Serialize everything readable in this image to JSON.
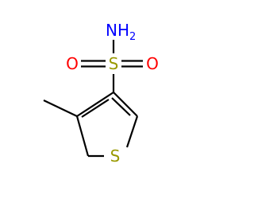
{
  "molecule": {
    "atoms": {
      "nitrogen": {
        "symbol": "NH",
        "subscript": "2",
        "color": "#0000ff"
      },
      "sulfur_sulfonyl": {
        "symbol": "S",
        "color": "#999900"
      },
      "oxygen_left": {
        "symbol": "O",
        "color": "#ff0000"
      },
      "oxygen_right": {
        "symbol": "O",
        "color": "#ff0000"
      },
      "sulfur_ring": {
        "symbol": "S",
        "color": "#999900"
      }
    },
    "bond_color": "#000000",
    "background": "#ffffff"
  }
}
